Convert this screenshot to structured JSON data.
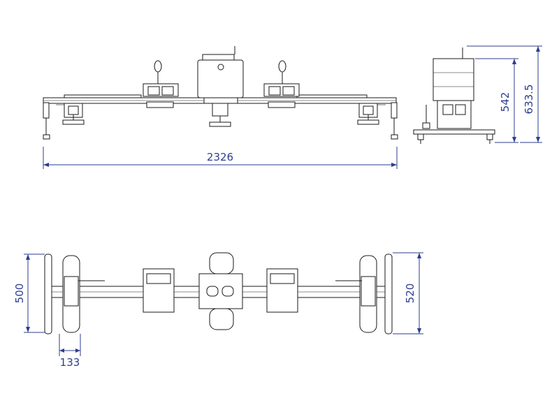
{
  "colors": {
    "dimension": "#2e3d8f",
    "linework": "#1a1a1a",
    "background": "#ffffff"
  },
  "dimensions": {
    "overall_length": "2326",
    "height_frame": "542",
    "height_total": "633.5",
    "width_pads": "500",
    "width_frame": "520",
    "pad_offset": "133"
  }
}
